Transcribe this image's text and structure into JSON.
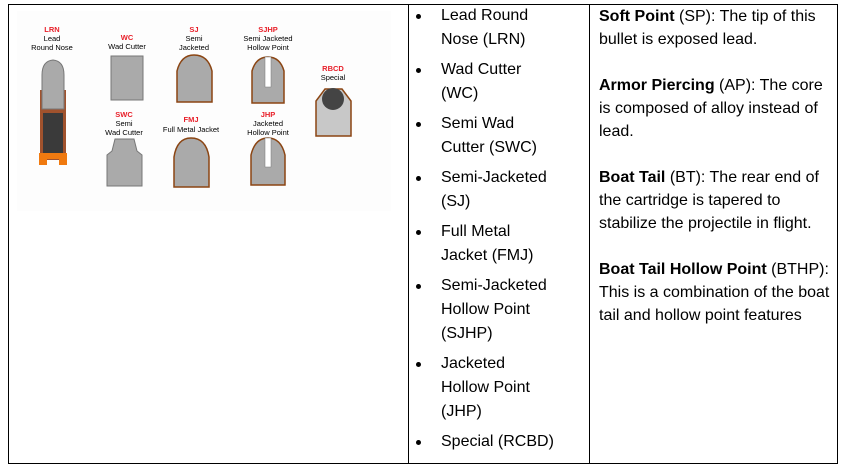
{
  "image": {
    "labels": [
      {
        "code": "LRN",
        "name": [
          "Lead",
          "Round Nose"
        ]
      },
      {
        "code": "WC",
        "name": [
          "Wad Cutter"
        ]
      },
      {
        "code": "SJ",
        "name": [
          "Semi",
          "Jacketed"
        ]
      },
      {
        "code": "SJHP",
        "name": [
          "Semi Jacketed",
          "Hollow Point"
        ]
      },
      {
        "code": "RBCD",
        "name": [
          "Special"
        ]
      },
      {
        "code": "SWC",
        "name": [
          "Semi",
          "Wad Cutter"
        ]
      },
      {
        "code": "FMJ",
        "name": [
          "Full Metal Jacket"
        ]
      },
      {
        "code": "JHP",
        "name": [
          "Jacketed",
          "Hollow Point"
        ]
      }
    ]
  },
  "list": [
    "Lead Round Nose (LRN)",
    "Wad Cutter (WC)",
    "Semi Wad Cutter (SWC)",
    "Semi-Jacketed (SJ)",
    "Full Metal Jacket (FMJ)",
    "Semi-Jacketed Hollow Point (SJHP)",
    "Jacketed Hollow Point (JHP)",
    "Special (RCBD)"
  ],
  "definitions": [
    {
      "term": "Soft Point",
      "rest": " (SP): The tip of this bullet is exposed lead."
    },
    {
      "term": "Armor Piercing",
      "rest": " (AP): The core is composed of alloy instead of lead."
    },
    {
      "term": "Boat Tail",
      "rest": " (BT): The rear end of the cartridge is tapered to stabilize the projectile in flight."
    },
    {
      "term": "Boat Tail Hollow Point",
      "rest": " (BTHP): This is a combination of the boat tail and hollow point features"
    }
  ]
}
